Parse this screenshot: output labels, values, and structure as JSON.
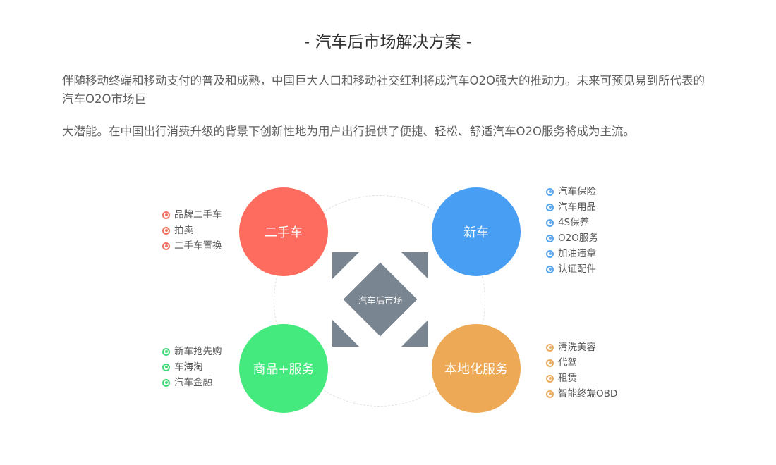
{
  "title": "- 汽车后市场解决方案 -",
  "paragraphs": [
    "伴随移动终端和移动支付的普及和成熟，中国巨大人口和移动社交红利将成汽车O2O强大的推动力。未来可预见易到所代表的汽车O2O市场巨",
    "大潜能。在中国出行消费升级的背景下创新性地为用户出行提供了便捷、轻松、舒适汽车O2O服务将成为主流。"
  ],
  "hub": {
    "label": "汽车后市场",
    "color": "#7a8592"
  },
  "colors": {
    "used_car": "#fd6c5e",
    "new_car": "#479ef3",
    "goods_service": "#44ea7e",
    "local_service": "#eda956"
  },
  "nodes": {
    "used_car": {
      "label": "二手车",
      "items": [
        "品牌二手车",
        "拍卖",
        "二手车置换"
      ]
    },
    "new_car": {
      "label": "新车",
      "items": [
        "汽车保险",
        "汽车用品",
        "4S保养",
        "O2O服务",
        "加油违章",
        "认证配件"
      ]
    },
    "goods_service": {
      "label": "商品+服务",
      "items": [
        "新车抢先购",
        "车海淘",
        "汽车金融"
      ]
    },
    "local_service": {
      "label": "本地化服务",
      "items": [
        "清洗美容",
        "代驾",
        "租赁",
        "智能终端OBD"
      ]
    }
  }
}
